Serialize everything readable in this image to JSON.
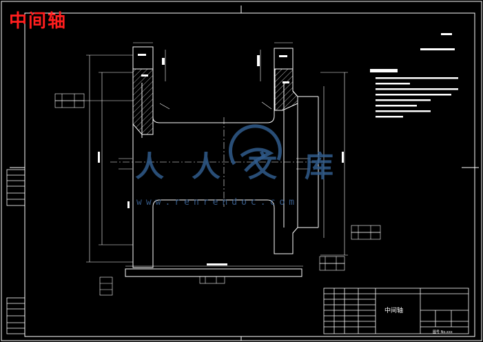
{
  "drawing": {
    "title": "中间轴",
    "part_name": "中间轴",
    "watermark_brand": "人人文库",
    "watermark_url": "www.renrendoc.com",
    "scale_note": "图号 No.xxx"
  },
  "colors": {
    "background": "#000000",
    "lines": "#ffffff",
    "title": "#ff1e1e",
    "watermark": "#305c8c"
  }
}
